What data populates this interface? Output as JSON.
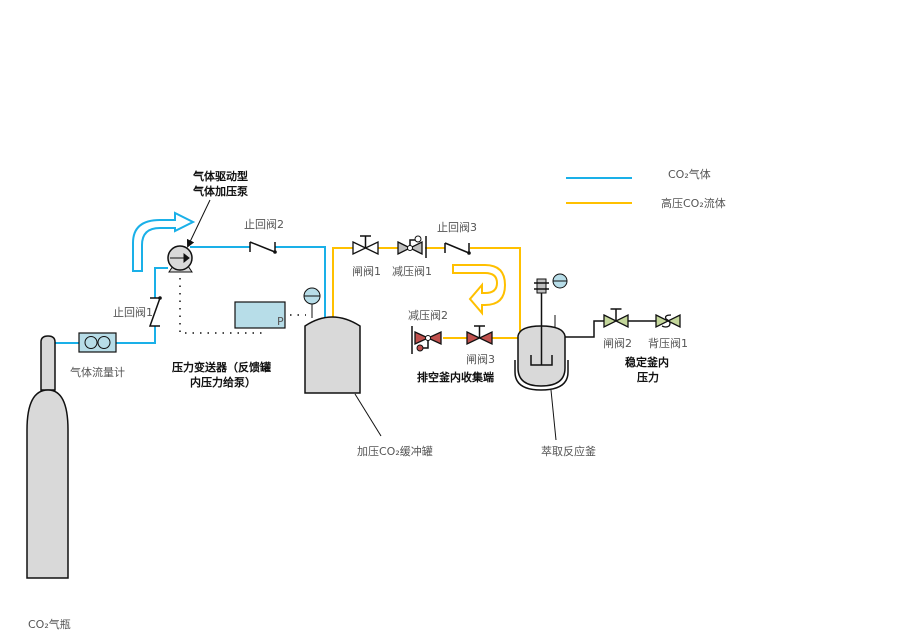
{
  "legend": {
    "co2_gas": {
      "label": "CO₂气体",
      "color": "#1ab0e8"
    },
    "hp_co2_fluid": {
      "label": "高压CO₂流体",
      "color": "#ffc000"
    }
  },
  "labels": {
    "cylinder": "CO₂气瓶",
    "flowmeter": "气体流量计",
    "check_valve_1": "止回阀1",
    "pump_line1": "气体驱动型",
    "pump_line2": "气体加压泵",
    "check_valve_2": "止回阀2",
    "transmitter_line1": "压力变送器（反馈罐",
    "transmitter_line2": "内压力给泵）",
    "transmitter_symbol": "P",
    "buffer_tank": "加压CO₂缓冲罐",
    "gate_valve_1": "闸阀1",
    "reducing_valve_1": "减压阀1",
    "check_valve_3": "止回阀3",
    "reducing_valve_2": "减压阀2",
    "gate_valve_3": "闸阀3",
    "vent_collection": "排空釜内收集端",
    "reactor": "萃取反应釜",
    "gate_valve_2": "闸阀2",
    "back_pressure_valve_1": "背压阀1",
    "stabilize_line1": "稳定釜内",
    "stabilize_line2": "压力"
  },
  "colors": {
    "valve_red": "#c0504d",
    "valve_green": "#c4d79b",
    "valve_grey": "#bfbfbf",
    "equipment": "#d9d9d9",
    "transmitter": "#b7dde8"
  }
}
